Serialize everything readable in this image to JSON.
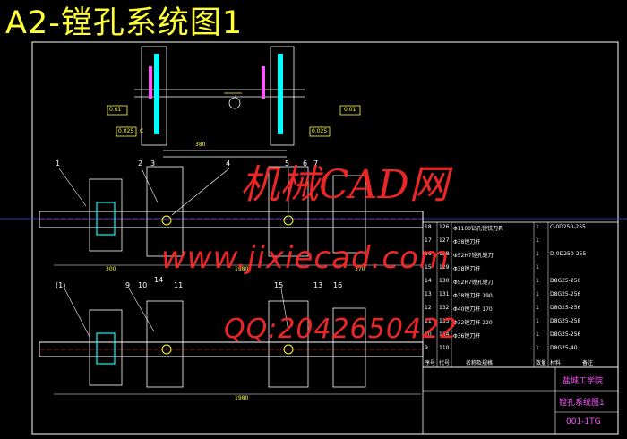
{
  "title": "A2-镗孔系统图1",
  "watermarks": {
    "cad": "机械CAD网",
    "site": "www.jixiecad.com",
    "qq": "QQ:2042650422"
  },
  "callouts_top": [
    "1",
    "2",
    "3",
    "4",
    "5",
    "6",
    "7"
  ],
  "callouts_bottom": [
    "(1)",
    "9",
    "10",
    "14",
    "11",
    "15",
    "13",
    "16"
  ],
  "dimensions": {
    "top_span": "380",
    "d1": "1980",
    "bottom": "1980",
    "a": "300",
    "b": "370"
  },
  "tolerance_labels": [
    "0.01",
    "0.025",
    "C",
    "0.01",
    "0.025"
  ],
  "parts_rows": [
    {
      "no": "18",
      "code": "126",
      "name": "Φ1100钻孔镗铣刀具",
      "qty": "1",
      "mat": "C-0D250-255"
    },
    {
      "no": "17",
      "code": "127",
      "name": "Φ38镗刀杆",
      "qty": "1",
      "mat": ""
    },
    {
      "no": "16",
      "code": "128",
      "name": "Φ52H7镗孔镗刀",
      "qty": "1",
      "mat": "D-0D250-255"
    },
    {
      "no": "15",
      "code": "129",
      "name": "Φ38镗刀杆",
      "qty": "1",
      "mat": ""
    },
    {
      "no": "14",
      "code": "130",
      "name": "Φ52H7镗孔镗刀",
      "qty": "1",
      "mat": "D8G25-256"
    },
    {
      "no": "13",
      "code": "131",
      "name": "Φ38镗刀杆 190",
      "qty": "1",
      "mat": "D8G25-256"
    },
    {
      "no": "12",
      "code": "132",
      "name": "Φ40镗刀杆 170",
      "qty": "1",
      "mat": "D8G25-256"
    },
    {
      "no": "11",
      "code": "133",
      "name": "Φ32镗刀杆 220",
      "qty": "1",
      "mat": "D8G25-258"
    },
    {
      "no": "10",
      "code": "134",
      "name": "Φ36镗刀杆",
      "qty": "1",
      "mat": "D8G25-256"
    },
    {
      "no": "9",
      "code": "110",
      "name": "",
      "qty": "1",
      "mat": "D8G25-40"
    }
  ],
  "parts_header": [
    "序号",
    "代号",
    "名称及规格",
    "数量",
    "材料",
    "备注"
  ],
  "title_block": {
    "school": "盐城工学院",
    "drawing": "镗孔系统图1",
    "code": "001-1TG"
  }
}
